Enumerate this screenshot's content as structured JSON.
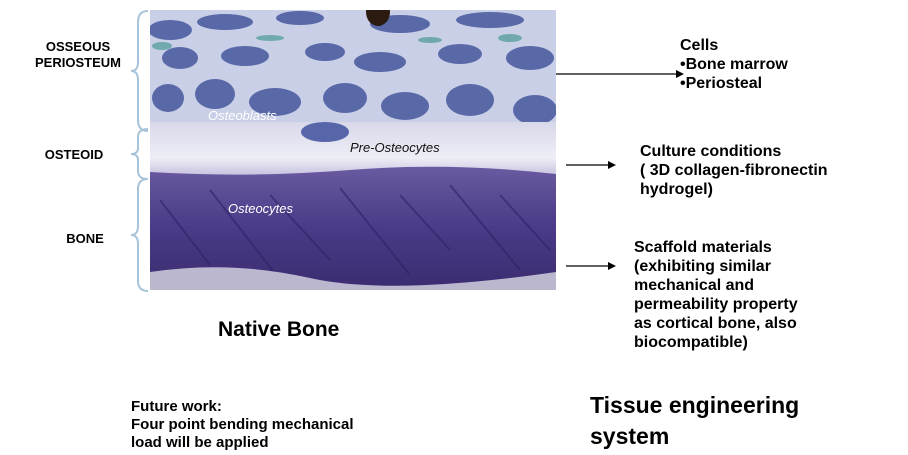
{
  "layers": {
    "periosteum": [
      "OSSEOUS",
      "PERIOSTEUM"
    ],
    "osteoid": "OSTEOID",
    "bone": "BONE"
  },
  "micrograph_labels": {
    "osteoblasts": "Osteoblasts",
    "pre_osteocytes": "Pre-Osteocytes",
    "osteocytes": "Osteocytes"
  },
  "cells": {
    "heading": "Cells",
    "items": [
      "•Bone marrow",
      "•Periosteal"
    ]
  },
  "culture": {
    "lines": [
      "Culture conditions",
      "( 3D collagen-fibronectin",
      "hydrogel)"
    ]
  },
  "scaffold": {
    "lines": [
      "Scaffold materials",
      "(exhibiting similar",
      "mechanical and",
      "permeability property",
      "as cortical bone, also",
      "biocompatible)"
    ]
  },
  "native_bone": "Native Bone",
  "future_work": {
    "lines": [
      "Future work:",
      "Four point bending mechanical",
      "load will be applied"
    ]
  },
  "tissue_engineering": {
    "lines": [
      "Tissue engineering",
      "system"
    ]
  }
}
